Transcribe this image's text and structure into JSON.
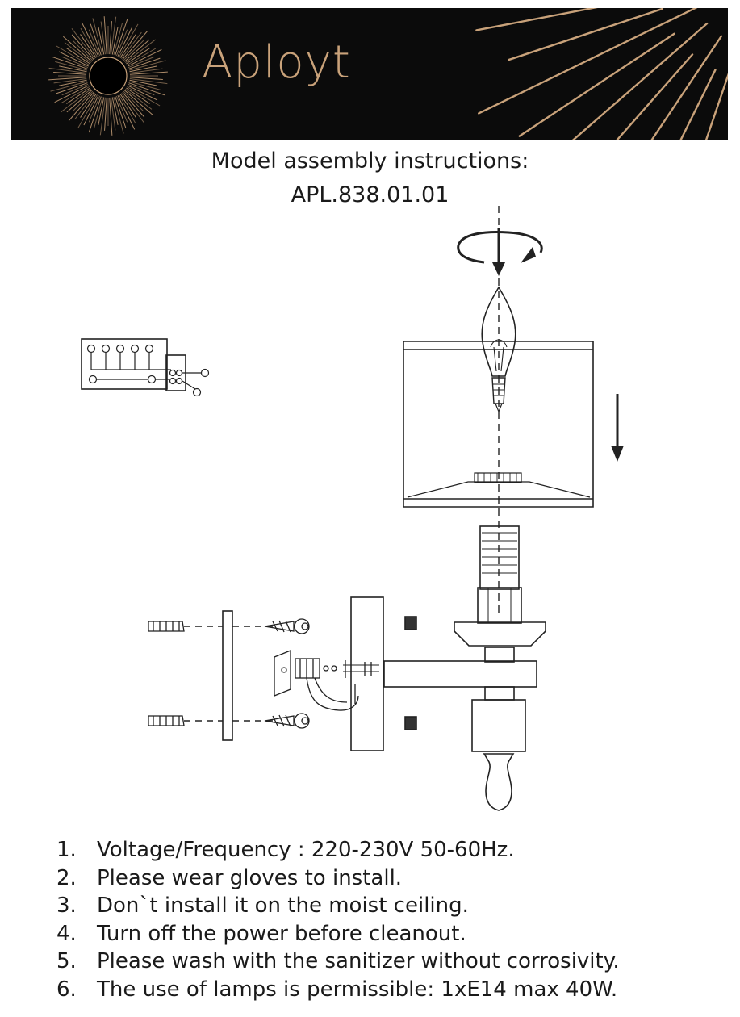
{
  "brand": {
    "name": "Aployt",
    "colors": {
      "gold": "#c9a27a",
      "banner_bg": "#0b0b0b"
    }
  },
  "title": {
    "line1": "Model assembly instructions:",
    "line2": "APL.838.01.01"
  },
  "diagram": {
    "icons": [
      "wiring-terminal-icon",
      "rotation-arrow-icon",
      "candle-bulb-icon",
      "lamp-shade",
      "down-arrow-icon",
      "e14-socket",
      "wall-bracket",
      "screw-anchor-icon",
      "terminal-block-icon",
      "decorative-finial"
    ]
  },
  "notes": [
    {
      "num": "1.",
      "text": "Voltage/Frequency : 220-230V 50-60Hz."
    },
    {
      "num": "2.",
      "text": "Please wear gloves to install."
    },
    {
      "num": "3.",
      "text": "Don`t install it on the moist ceiling."
    },
    {
      "num": "4.",
      "text": "Turn off the power before cleanout."
    },
    {
      "num": "5.",
      "text": "Please wash with the sanitizer without corrosivity."
    },
    {
      "num": "6.",
      "text": "The use of lamps is permissible: 1xE14 max 40W."
    }
  ]
}
